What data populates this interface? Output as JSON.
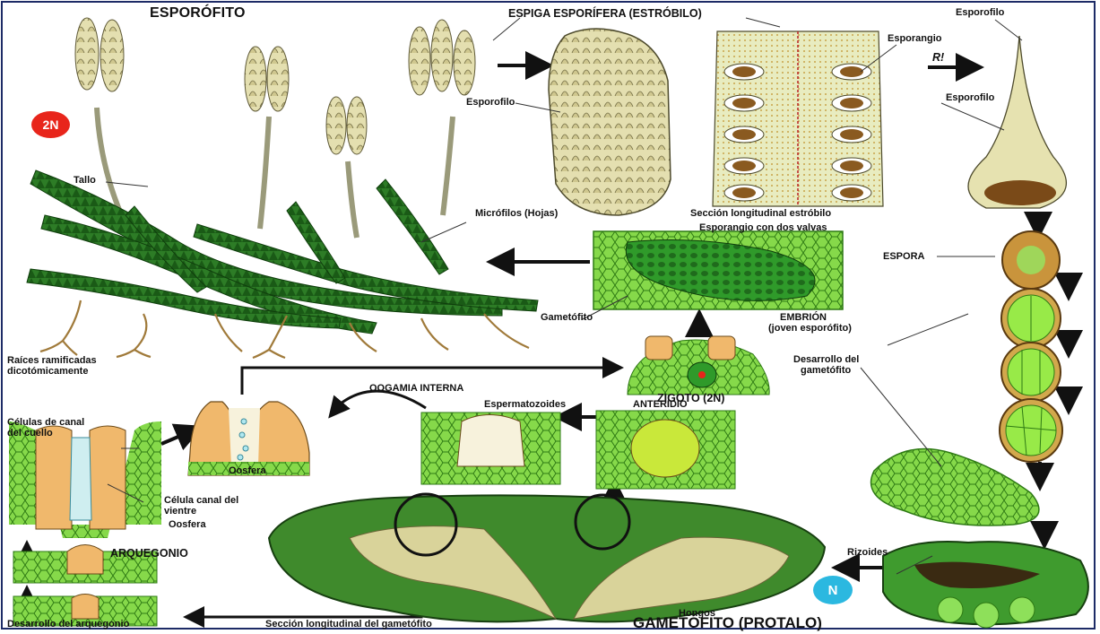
{
  "title": "ESPORÓFITO",
  "badges": {
    "diploid": "2N",
    "haploid": "N"
  },
  "labels": {
    "espiga": "ESPIGA ESPORÍFERA (ESTRÓBILO)",
    "esporofilo_top": "Esporofilo",
    "esporangio": "Esporangio",
    "rotulo": "R!",
    "esporofilo_right": "Esporofilo",
    "esporofilo_left": "Esporofilo",
    "tallo": "Tallo",
    "microfilos": "Micrófilos (Hojas)",
    "seccion_estrobilo": "Sección longitudinal estróbilo",
    "esporangio_valvas": "Esporangio con dos valvas",
    "espora": "ESPORA",
    "gametofito": "Gametófito",
    "embrion_1": "EMBRIÓN",
    "embrion_2": "(joven esporófito)",
    "raices_1": "Raíces ramificadas",
    "raices_2": "dicotómicamente",
    "zigoto": "ZIGOTO (2N)",
    "desarrollo_gam_1": "Desarrollo del",
    "desarrollo_gam_2": "gametófito",
    "oogamia": "OOGAMIA INTERNA",
    "espermatozoides": "Espermatozoides",
    "anteridio": "ANTERIDIO",
    "celulas_canal_1": "Células de canal",
    "celulas_canal_2": "del cuello",
    "oosfera_1": "Oosfera",
    "celula_vientre_1": "Célula canal del",
    "celula_vientre_2": "vientre",
    "oosfera_2": "Oosfera",
    "arquegonio": "ARQUEGONIO",
    "rizoides": "Rizoides",
    "hongos": "Hongos",
    "desarrollo_arq": "Desarrollo del arquegonio",
    "seccion_gametofito": "Sección longitudinal del gametófito",
    "gametofito_protalo": "GAMETÓFITO (PROTALO)"
  },
  "colors": {
    "plant_green": "#1f6b1c",
    "cell_green": "#7cd63a",
    "cell_orange": "#f0b86c",
    "cone_cream": "#e8e2b8",
    "badge_red": "#e8251b",
    "badge_cyan": "#2bb8e0",
    "frame_blue": "#1d2b66"
  }
}
